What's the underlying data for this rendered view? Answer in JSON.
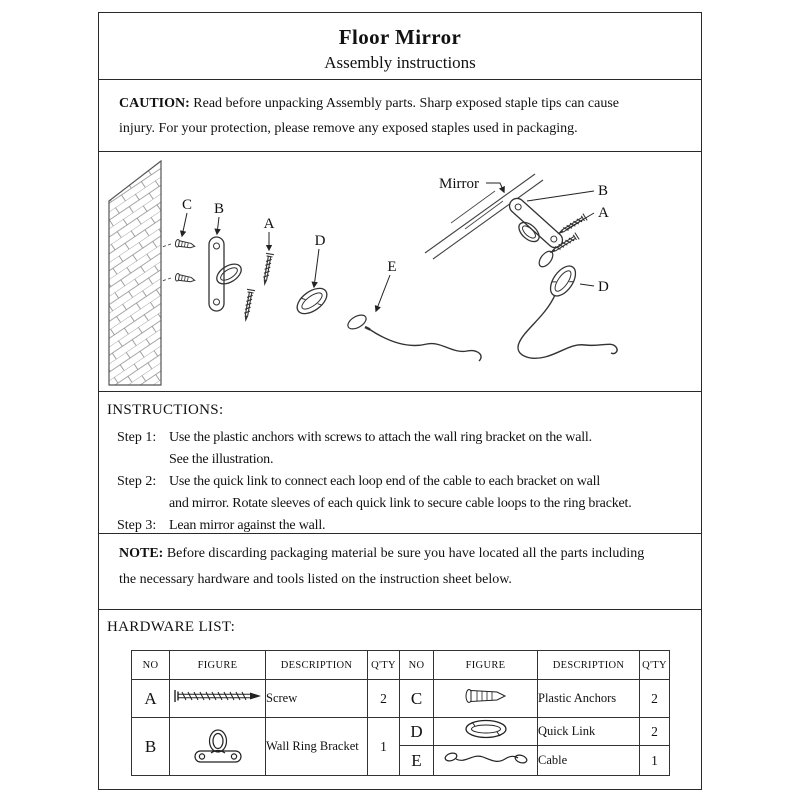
{
  "title": "Floor Mirror",
  "subtitle": "Assembly instructions",
  "caution": {
    "label": "CAUTION:",
    "text": "Read before unpacking Assembly parts. Sharp exposed staple tips can cause injury. For your protection, please remove any exposed staples used in packaging."
  },
  "diagram": {
    "mirror_label": "Mirror",
    "label_a": "A",
    "label_b": "B",
    "label_c": "C",
    "label_d": "D",
    "label_e": "E"
  },
  "instructions": {
    "heading": "INSTRUCTIONS:",
    "steps": [
      {
        "label": "Step 1:",
        "lines": [
          "Use the plastic anchors with screws to attach the wall ring bracket on the wall.",
          "See the illustration."
        ]
      },
      {
        "label": "Step 2:",
        "lines": [
          "Use the quick link to connect each loop end of the cable to each bracket on wall",
          "and mirror. Rotate sleeves of each quick link to secure cable loops to the ring bracket."
        ]
      },
      {
        "label": "Step 3:",
        "lines": [
          "Lean mirror against the wall."
        ]
      }
    ]
  },
  "note": {
    "label": "NOTE:",
    "text": "Before discarding packaging material be sure you have located all the parts including the necessary hardware and tools listed on the instruction sheet below."
  },
  "hardware": {
    "heading": "HARDWARE LIST:",
    "headers": {
      "no": "NO",
      "figure": "FIGURE",
      "description": "DESCRIPTION",
      "qty": "Q'TY"
    },
    "left_rows": [
      {
        "no": "A",
        "figure_icon": "screw-figure",
        "description": "Screw",
        "qty": "2"
      },
      {
        "no": "B",
        "figure_icon": "wall-ring-bracket-figure",
        "description": "Wall Ring Bracket",
        "qty": "1"
      }
    ],
    "right_rows": [
      {
        "no": "C",
        "figure_icon": "plastic-anchors-figure",
        "description": "Plastic Anchors",
        "qty": "2"
      },
      {
        "no": "D",
        "figure_icon": "quick-link-figure",
        "description": "Quick Link",
        "qty": "2"
      },
      {
        "no": "E",
        "figure_icon": "cable-figure",
        "description": "Cable",
        "qty": "1"
      }
    ]
  }
}
